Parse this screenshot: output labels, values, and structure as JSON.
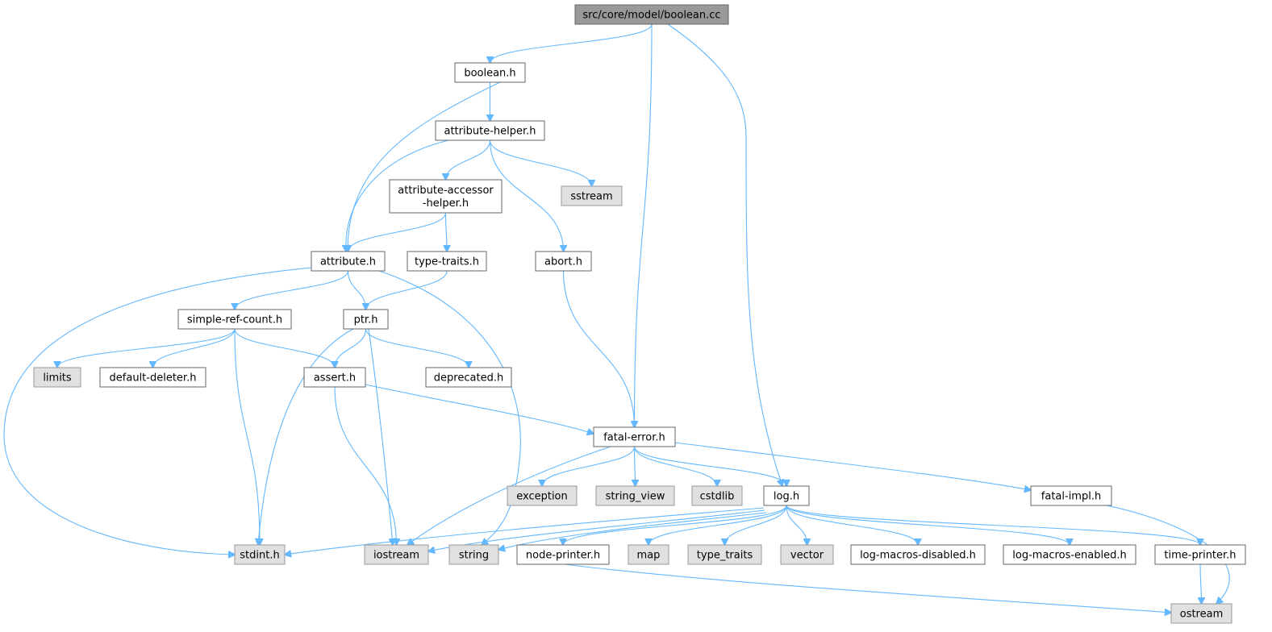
{
  "diagram": {
    "colors": {
      "edge": "#63b8ff",
      "root_fill": "#999999",
      "local_fill": "#ffffff",
      "system_fill": "#e0e0e0",
      "border": "#666666"
    },
    "nodes": [
      {
        "id": "root",
        "kind": "root",
        "lines": [
          "src/core/model/boolean.cc"
        ]
      },
      {
        "id": "boolean_h",
        "kind": "local",
        "lines": [
          "boolean.h"
        ]
      },
      {
        "id": "attribute_helper_h",
        "kind": "local",
        "lines": [
          "attribute-helper.h"
        ]
      },
      {
        "id": "attribute_accessor_helper_h",
        "kind": "local",
        "lines": [
          "attribute-accessor",
          "-helper.h"
        ]
      },
      {
        "id": "sstream",
        "kind": "system",
        "lines": [
          "sstream"
        ]
      },
      {
        "id": "attribute_h",
        "kind": "local",
        "lines": [
          "attribute.h"
        ]
      },
      {
        "id": "type_traits_h",
        "kind": "local",
        "lines": [
          "type-traits.h"
        ]
      },
      {
        "id": "abort_h",
        "kind": "local",
        "lines": [
          "abort.h"
        ]
      },
      {
        "id": "simple_ref_count_h",
        "kind": "local",
        "lines": [
          "simple-ref-count.h"
        ]
      },
      {
        "id": "ptr_h",
        "kind": "local",
        "lines": [
          "ptr.h"
        ]
      },
      {
        "id": "limits",
        "kind": "system",
        "lines": [
          "limits"
        ]
      },
      {
        "id": "default_deleter_h",
        "kind": "local",
        "lines": [
          "default-deleter.h"
        ]
      },
      {
        "id": "assert_h",
        "kind": "local",
        "lines": [
          "assert.h"
        ]
      },
      {
        "id": "deprecated_h",
        "kind": "local",
        "lines": [
          "deprecated.h"
        ]
      },
      {
        "id": "fatal_error_h",
        "kind": "local",
        "lines": [
          "fatal-error.h"
        ]
      },
      {
        "id": "exception",
        "kind": "system",
        "lines": [
          "exception"
        ]
      },
      {
        "id": "string_view",
        "kind": "system",
        "lines": [
          "string_view"
        ]
      },
      {
        "id": "cstdlib",
        "kind": "system",
        "lines": [
          "cstdlib"
        ]
      },
      {
        "id": "log_h",
        "kind": "local",
        "lines": [
          "log.h"
        ]
      },
      {
        "id": "fatal_impl_h",
        "kind": "local",
        "lines": [
          "fatal-impl.h"
        ]
      },
      {
        "id": "stdint_h",
        "kind": "system",
        "lines": [
          "stdint.h"
        ]
      },
      {
        "id": "iostream",
        "kind": "system",
        "lines": [
          "iostream"
        ]
      },
      {
        "id": "string",
        "kind": "system",
        "lines": [
          "string"
        ]
      },
      {
        "id": "node_printer_h",
        "kind": "local",
        "lines": [
          "node-printer.h"
        ]
      },
      {
        "id": "map",
        "kind": "system",
        "lines": [
          "map"
        ]
      },
      {
        "id": "type_traits",
        "kind": "system",
        "lines": [
          "type_traits"
        ]
      },
      {
        "id": "vector",
        "kind": "system",
        "lines": [
          "vector"
        ]
      },
      {
        "id": "log_macros_disabled_h",
        "kind": "local",
        "lines": [
          "log-macros-disabled.h"
        ]
      },
      {
        "id": "log_macros_enabled_h",
        "kind": "local",
        "lines": [
          "log-macros-enabled.h"
        ]
      },
      {
        "id": "time_printer_h",
        "kind": "local",
        "lines": [
          "time-printer.h"
        ]
      },
      {
        "id": "ostream",
        "kind": "system",
        "lines": [
          "ostream"
        ]
      }
    ],
    "edges": [
      [
        "root",
        "boolean_h"
      ],
      [
        "root",
        "fatal_error_h"
      ],
      [
        "root",
        "log_h"
      ],
      [
        "boolean_h",
        "attribute_helper_h"
      ],
      [
        "boolean_h",
        "attribute_h"
      ],
      [
        "attribute_helper_h",
        "attribute_accessor_helper_h"
      ],
      [
        "attribute_helper_h",
        "attribute_h"
      ],
      [
        "attribute_helper_h",
        "abort_h"
      ],
      [
        "attribute_helper_h",
        "sstream"
      ],
      [
        "attribute_accessor_helper_h",
        "attribute_h"
      ],
      [
        "attribute_accessor_helper_h",
        "type_traits_h"
      ],
      [
        "attribute_h",
        "simple_ref_count_h"
      ],
      [
        "attribute_h",
        "ptr_h"
      ],
      [
        "attribute_h",
        "stdint_h"
      ],
      [
        "attribute_h",
        "string"
      ],
      [
        "type_traits_h",
        "ptr_h"
      ],
      [
        "abort_h",
        "fatal_error_h"
      ],
      [
        "simple_ref_count_h",
        "limits"
      ],
      [
        "simple_ref_count_h",
        "default_deleter_h"
      ],
      [
        "simple_ref_count_h",
        "assert_h"
      ],
      [
        "simple_ref_count_h",
        "stdint_h"
      ],
      [
        "ptr_h",
        "assert_h"
      ],
      [
        "ptr_h",
        "deprecated_h"
      ],
      [
        "ptr_h",
        "stdint_h"
      ],
      [
        "ptr_h",
        "iostream"
      ],
      [
        "assert_h",
        "fatal_error_h"
      ],
      [
        "assert_h",
        "iostream"
      ],
      [
        "fatal_error_h",
        "exception"
      ],
      [
        "fatal_error_h",
        "string_view"
      ],
      [
        "fatal_error_h",
        "cstdlib"
      ],
      [
        "fatal_error_h",
        "log_h"
      ],
      [
        "fatal_error_h",
        "fatal_impl_h"
      ],
      [
        "fatal_error_h",
        "iostream"
      ],
      [
        "fatal_impl_h",
        "ostream"
      ],
      [
        "log_h",
        "stdint_h"
      ],
      [
        "log_h",
        "iostream"
      ],
      [
        "log_h",
        "string"
      ],
      [
        "log_h",
        "node_printer_h"
      ],
      [
        "log_h",
        "map"
      ],
      [
        "log_h",
        "type_traits"
      ],
      [
        "log_h",
        "vector"
      ],
      [
        "log_h",
        "log_macros_disabled_h"
      ],
      [
        "log_h",
        "log_macros_enabled_h"
      ],
      [
        "log_h",
        "time_printer_h"
      ],
      [
        "node_printer_h",
        "ostream"
      ],
      [
        "time_printer_h",
        "ostream"
      ]
    ]
  }
}
